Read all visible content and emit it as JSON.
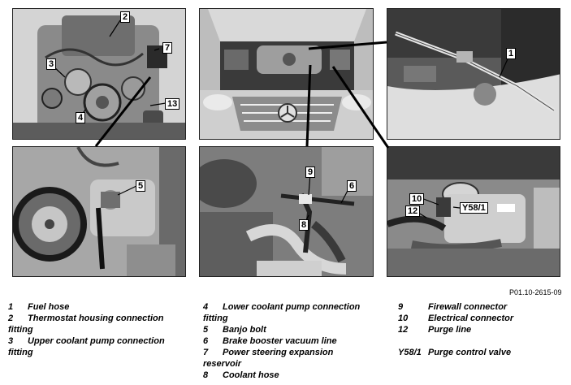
{
  "callouts": {
    "c1": "1",
    "c2": "2",
    "c3": "3",
    "c4": "4",
    "c5": "5",
    "c6": "6",
    "c7": "7",
    "c8": "8",
    "c9": "9",
    "c10": "10",
    "c12": "12",
    "c13": "13",
    "cY58": "Y58/1"
  },
  "reference": "P01.10-2615-09",
  "legend": {
    "col1": [
      {
        "num": "1",
        "text": "Fuel hose"
      },
      {
        "num": "2",
        "text": "Thermostat housing connection",
        "cont": "fitting"
      },
      {
        "num": "3",
        "text": "Upper coolant pump connection",
        "cont": "fitting"
      }
    ],
    "col2": [
      {
        "num": "4",
        "text": "Lower coolant pump connection",
        "cont": "fitting"
      },
      {
        "num": "5",
        "text": "Banjo bolt"
      },
      {
        "num": "6",
        "text": "Brake booster vacuum line"
      },
      {
        "num": "7",
        "text": "Power steering expansion",
        "cont": "reservoir"
      },
      {
        "num": "8",
        "text": "Coolant hose"
      }
    ],
    "col3": [
      {
        "num": "9",
        "text": "Firewall connector"
      },
      {
        "num": "10",
        "text": "Electrical connector"
      },
      {
        "num": "12",
        "text": "Purge line"
      },
      {
        "num": "Y58/1",
        "text": "Purge control valve"
      }
    ]
  }
}
